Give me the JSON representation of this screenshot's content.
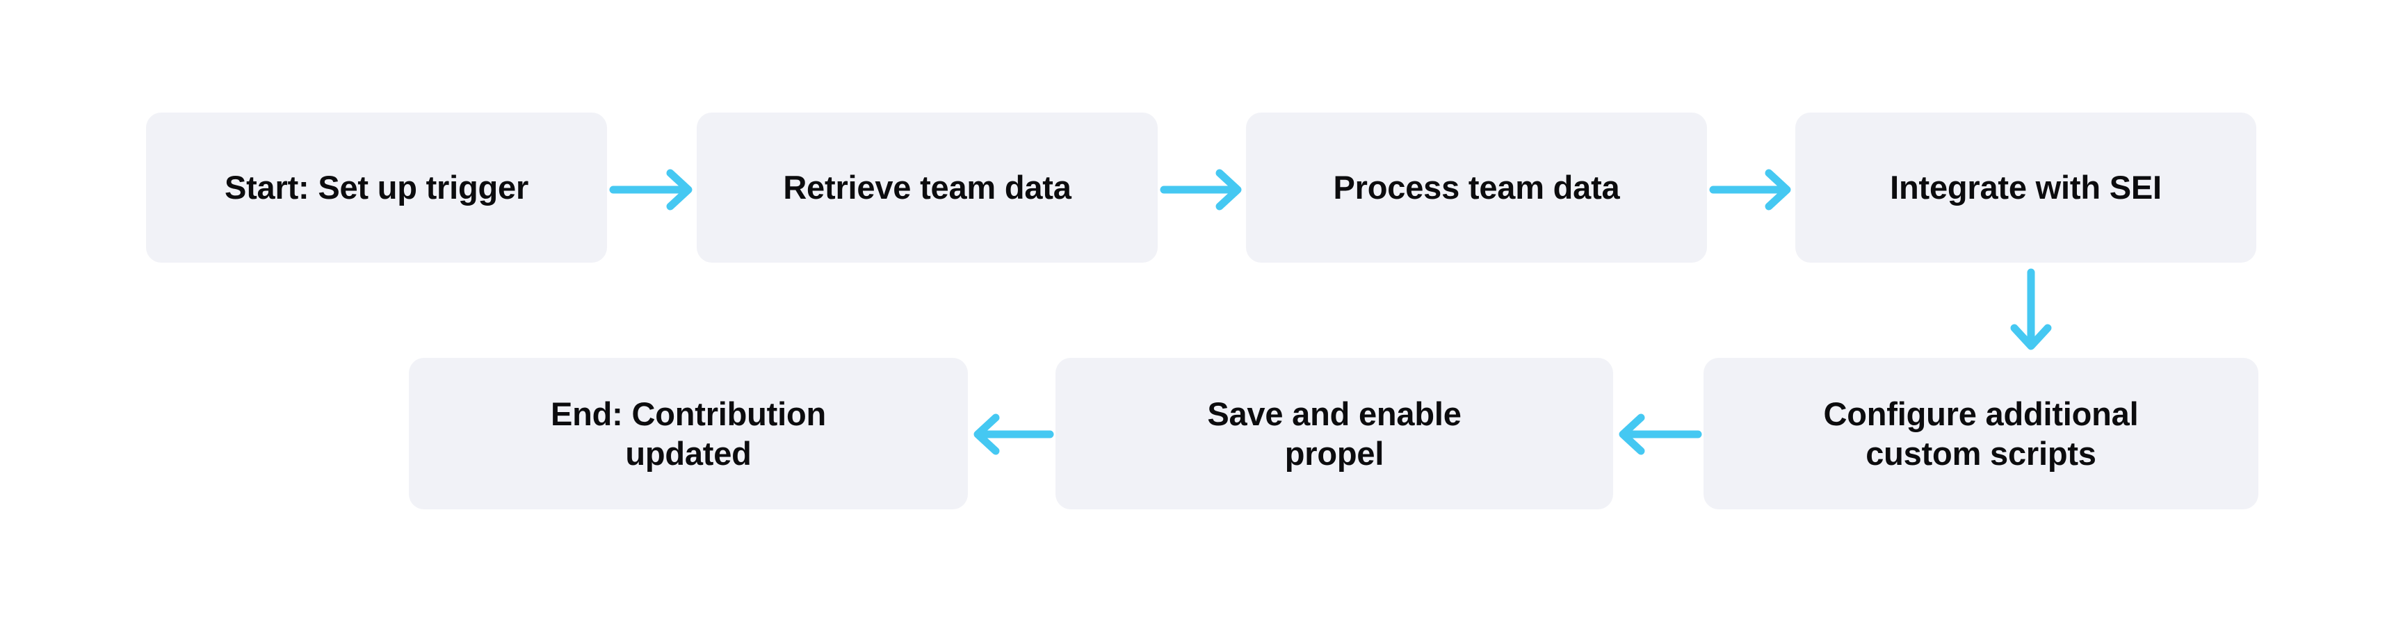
{
  "diagram": {
    "type": "flowchart",
    "background_color": "#FFFFFF",
    "node_fill_color": "#F1F2F7",
    "node_text_color": "#0C0C0E",
    "arrow_color": "#45C8F2",
    "nodes": [
      {
        "id": "start",
        "label": "Start: Set up trigger",
        "row": 1,
        "order": 1
      },
      {
        "id": "retrieve",
        "label": "Retrieve team data",
        "row": 1,
        "order": 2
      },
      {
        "id": "process",
        "label": "Process team data",
        "row": 1,
        "order": 3
      },
      {
        "id": "integrate",
        "label": "Integrate with SEI",
        "row": 1,
        "order": 4
      },
      {
        "id": "configure",
        "label": "Configure additional\ncustom scripts",
        "row": 2,
        "order": 5
      },
      {
        "id": "save",
        "label": "Save and enable\npropel",
        "row": 2,
        "order": 6
      },
      {
        "id": "end",
        "label": "End: Contribution\nupdated",
        "row": 2,
        "order": 7
      }
    ],
    "edges": [
      {
        "id": "e1",
        "from": "start",
        "to": "retrieve",
        "direction": "right"
      },
      {
        "id": "e2",
        "from": "retrieve",
        "to": "process",
        "direction": "right"
      },
      {
        "id": "e3",
        "from": "process",
        "to": "integrate",
        "direction": "right"
      },
      {
        "id": "e4",
        "from": "integrate",
        "to": "configure",
        "direction": "down"
      },
      {
        "id": "e5",
        "from": "configure",
        "to": "save",
        "direction": "left"
      },
      {
        "id": "e6",
        "from": "save",
        "to": "end",
        "direction": "left"
      }
    ]
  }
}
